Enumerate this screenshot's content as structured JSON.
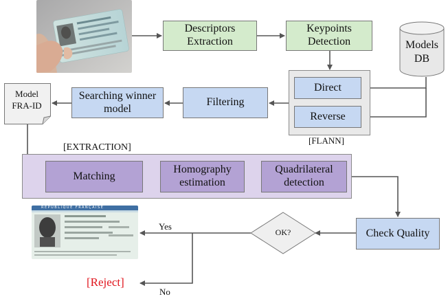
{
  "nodes": {
    "descriptors": "Descriptors Extraction",
    "keypoints": "Keypoints Detection",
    "models_db": "Models DB",
    "direct": "Direct",
    "reverse": "Reverse",
    "flann": "[FLANN]",
    "filtering": "Filtering",
    "searching": "Searching winner model",
    "model_doc": "Model FRA-ID",
    "extraction_label": "[EXTRACTION]",
    "matching": "Matching",
    "homography": "Homography estimation",
    "quadrilateral": "Quadrilateral detection",
    "check_quality": "Check Quality",
    "ok": "OK?",
    "yes": "Yes",
    "no": "No",
    "reject": "[Reject]"
  },
  "card_text": {
    "header": "RÉPUBLIQUE FRANÇAISE"
  },
  "colors": {
    "green": "#d4ebcc",
    "blue": "#c6d8f2",
    "purple": "#b3a2d4",
    "reject": "#e0141c",
    "arrow": "#555555"
  }
}
